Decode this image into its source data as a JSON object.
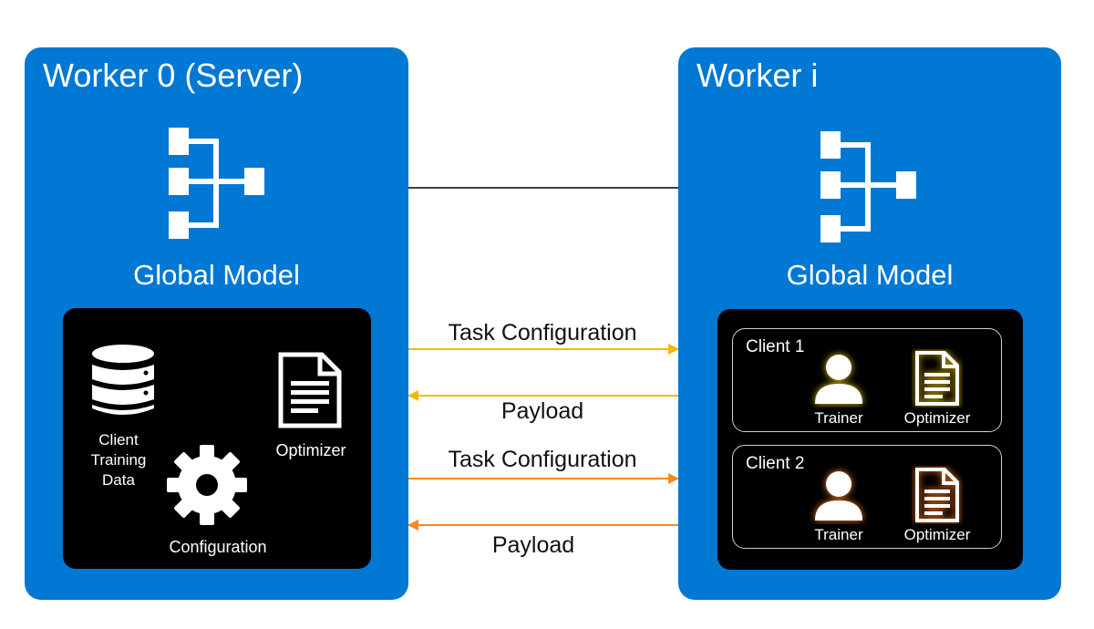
{
  "server": {
    "title": "Worker 0 (Server)",
    "global_model_label": "Global Model",
    "items": {
      "training_data_label": [
        "Client",
        "Training",
        "Data"
      ],
      "configuration_label": "Configuration",
      "optimizer_label": "Optimizer"
    }
  },
  "worker": {
    "title": "Worker i",
    "global_model_label": "Global Model",
    "clients": [
      {
        "title": "Client 1",
        "trainer_label": "Trainer",
        "optimizer_label": "Optimizer",
        "glow_color": "#e8c200"
      },
      {
        "title": "Client 2",
        "trainer_label": "Trainer",
        "optimizer_label": "Optimizer",
        "glow_color": "#ff7a1a"
      }
    ]
  },
  "flows": [
    {
      "label": "Task Configuration",
      "direction": "server-to-worker",
      "color": "#f5b800"
    },
    {
      "label": "Payload",
      "direction": "worker-to-server",
      "color": "#f5b800"
    },
    {
      "label": "Task Configuration",
      "direction": "server-to-worker",
      "color": "#f7891f"
    },
    {
      "label": "Payload",
      "direction": "worker-to-server",
      "color": "#f7891f"
    }
  ],
  "colors": {
    "panel_blue": "#0078d4",
    "box_black": "#000000",
    "model_link": "#000000"
  }
}
